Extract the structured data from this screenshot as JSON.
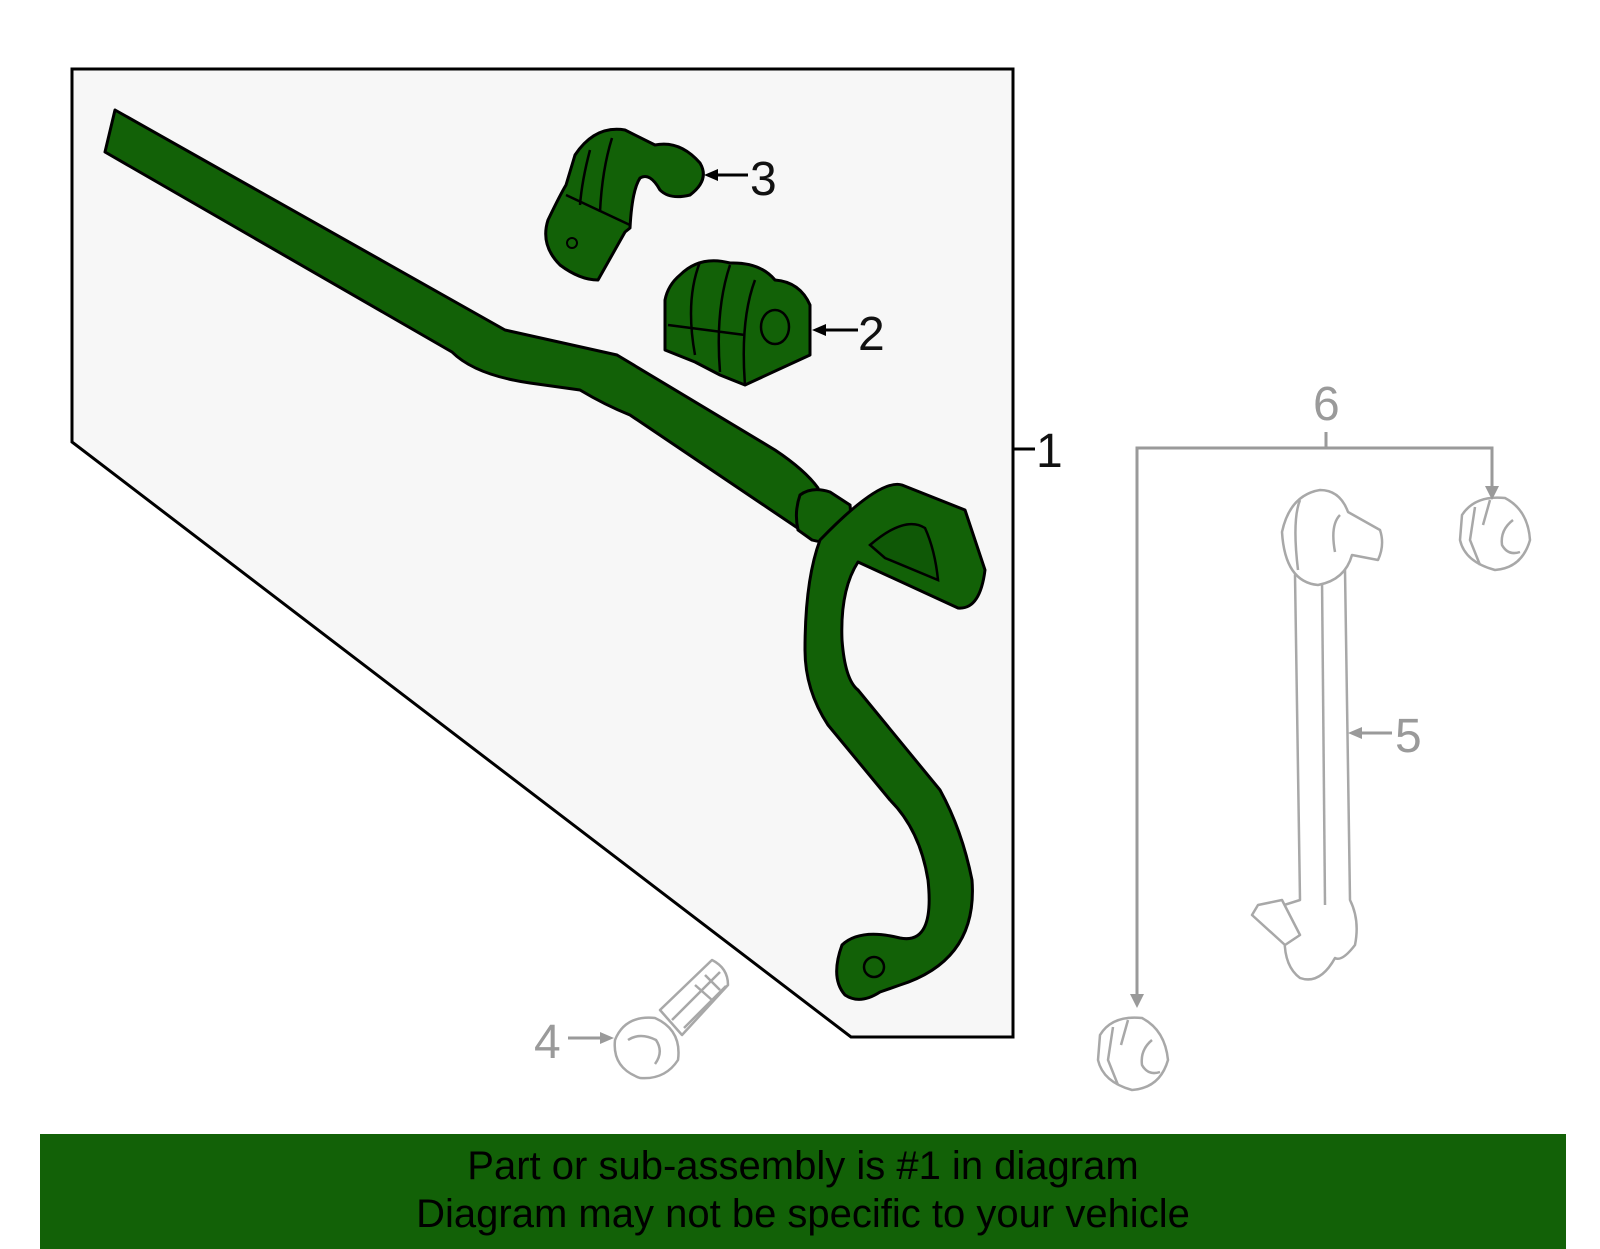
{
  "colors": {
    "part_fill": "#126107",
    "panel_fill": "#f7f7f7",
    "outline": "#000000",
    "ghost_outline": "#a8a8a8",
    "banner_bg": "#126107"
  },
  "callouts": {
    "c1": "1",
    "c2": "2",
    "c3": "3",
    "c4": "4",
    "c5": "5",
    "c6": "6"
  },
  "banner": {
    "line1": "Part or sub-assembly is #1 in diagram",
    "line2": "Diagram may not be specific to your vehicle"
  }
}
